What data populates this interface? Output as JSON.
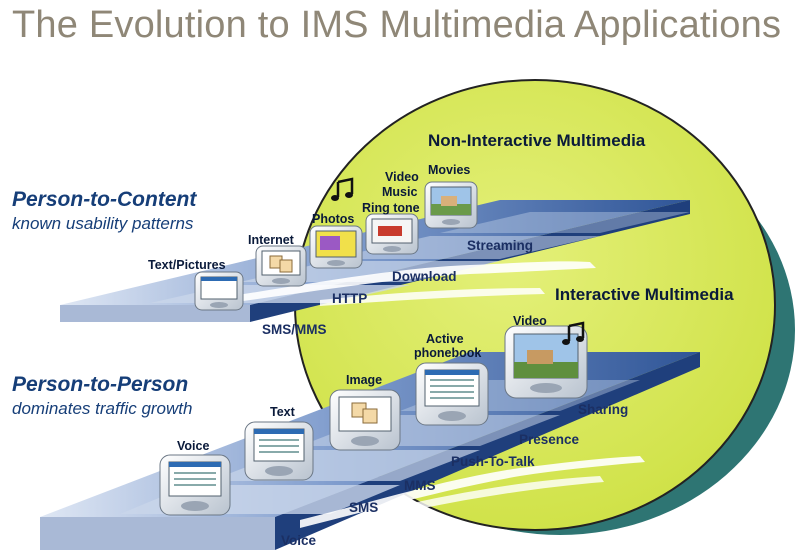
{
  "title": "The Evolution to IMS Multimedia Applications",
  "content_side": {
    "heading": "Person-to-Content",
    "subtitle": "known usability patterns"
  },
  "person_side": {
    "heading": "Person-to-Person",
    "subtitle": "dominates traffic growth"
  },
  "regions": {
    "non_interactive": "Non-Interactive Multimedia",
    "interactive": "Interactive Multimedia"
  },
  "content_phones": [
    "Text/Pictures",
    "Internet",
    "Photos",
    "Video",
    "Music",
    "Ring tone",
    "Movies"
  ],
  "content_steps": [
    "SMS/MMS",
    "HTTP",
    "Download",
    "Streaming"
  ],
  "person_phones": [
    "Voice",
    "Text",
    "Image",
    "Active",
    "phonebook",
    "Video"
  ],
  "person_steps": [
    "Voice",
    "SMS",
    "MMS",
    "Push-To-Talk",
    "Presence",
    "Sharing"
  ],
  "icons": [
    "music-note-icon",
    "music-note-icon"
  ],
  "colors": {
    "title": "#8f8777",
    "ellipse": "#d8ea55",
    "ellipse_shadow": "#2e7573",
    "stair": "#5f7fb8",
    "text": "#163e78"
  }
}
